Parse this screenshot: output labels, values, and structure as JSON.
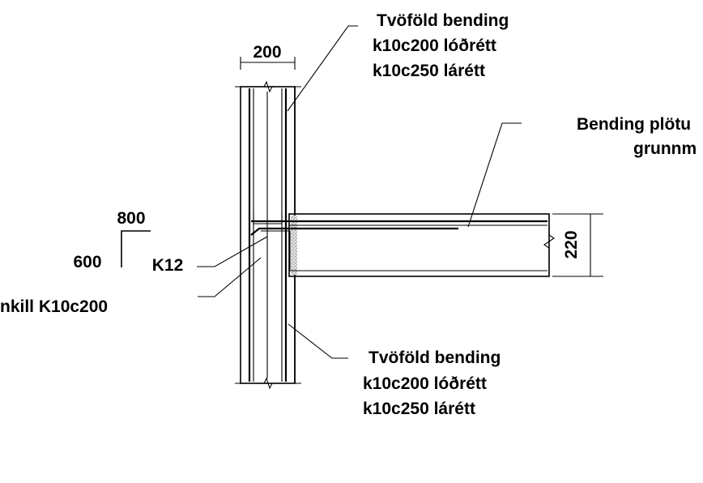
{
  "labels": {
    "top_note": [
      "Tvöföld bending",
      "k10c200 lóðrétt",
      "k10c250 lárétt"
    ],
    "right_note": [
      "Bending plötu",
      "grunnm"
    ],
    "bottom_note": [
      "Tvöföld bending",
      "k10c200 lóðrétt",
      "k10c250 lárétt"
    ],
    "dim_wall_width": "200",
    "dim_slab_thickness": "220",
    "bend_long": "800",
    "bend_short": "600",
    "k12": "K12",
    "left_note": "nkill K10c200"
  },
  "colors": {
    "line": "#000000",
    "concrete": "#d6d6d6",
    "background": "#ffffff"
  }
}
